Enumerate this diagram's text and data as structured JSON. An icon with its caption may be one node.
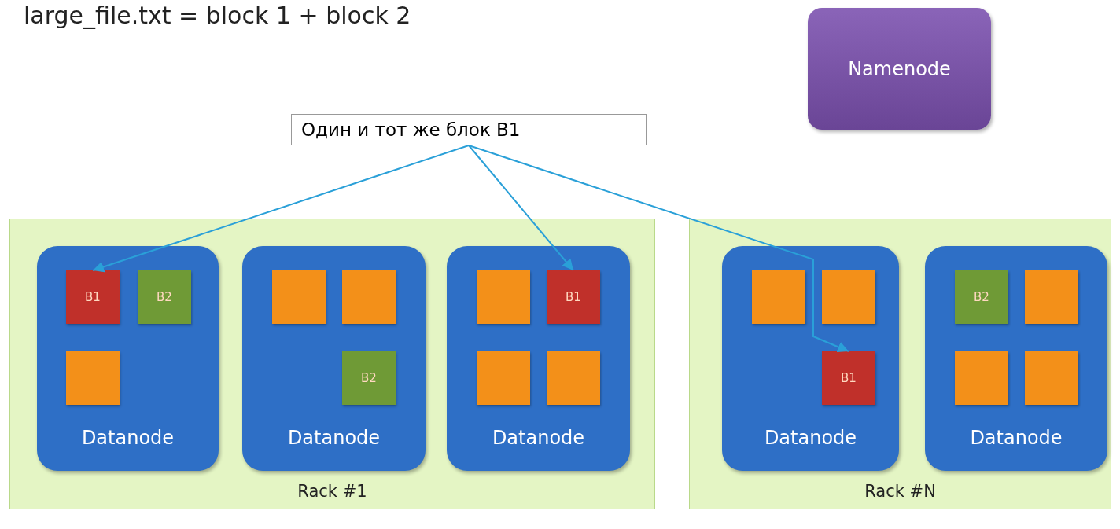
{
  "diagram": {
    "title": "large_file.txt = block 1 + block 2",
    "nodes": [
      {
        "text": [
          "Namenode"
        ]
      },
      {
        "text": [
          "Один и тот же блок B1"
        ]
      },
      {
        "text": [
          "Rack #1"
        ]
      },
      {
        "text": [
          "Datanode"
        ],
        "in": 2
      },
      {
        "text": [
          "B1"
        ],
        "in": 3
      },
      {
        "text": [
          "B2"
        ],
        "in": 3
      },
      {
        "text": [],
        "shape": "box",
        "in": 3
      },
      {
        "text": [
          "Datanode"
        ],
        "in": 2
      },
      {
        "text": [],
        "shape": "box",
        "in": 7
      },
      {
        "text": [],
        "shape": "box",
        "in": 7
      },
      {
        "text": [
          "B2"
        ],
        "in": 7
      },
      {
        "text": [
          "Datanode"
        ],
        "in": 2
      },
      {
        "text": [],
        "shape": "box",
        "in": 11
      },
      {
        "text": [
          "B1"
        ],
        "in": 11
      },
      {
        "text": [],
        "shape": "box",
        "in": 11
      },
      {
        "text": [],
        "shape": "box",
        "in": 11
      },
      {
        "text": [
          "Rack #N"
        ]
      },
      {
        "text": [
          "Datanode"
        ],
        "in": 16
      },
      {
        "text": [],
        "shape": "box",
        "in": 17
      },
      {
        "text": [],
        "shape": "box",
        "in": 17
      },
      {
        "text": [
          "B1"
        ],
        "in": 17
      },
      {
        "text": [
          "Datanode"
        ],
        "in": 16
      },
      {
        "text": [
          "B2"
        ],
        "in": 21
      },
      {
        "text": [],
        "shape": "box",
        "in": 21
      },
      {
        "text": [],
        "shape": "box",
        "in": 21
      },
      {
        "text": [],
        "shape": "box",
        "in": 21
      }
    ],
    "edges": [
      {
        "from": 1,
        "to": 4,
        "arrow": "to"
      },
      {
        "from": 1,
        "to": 13,
        "arrow": "to"
      },
      {
        "from": 1,
        "to": 20,
        "arrow": "to"
      }
    ]
  }
}
